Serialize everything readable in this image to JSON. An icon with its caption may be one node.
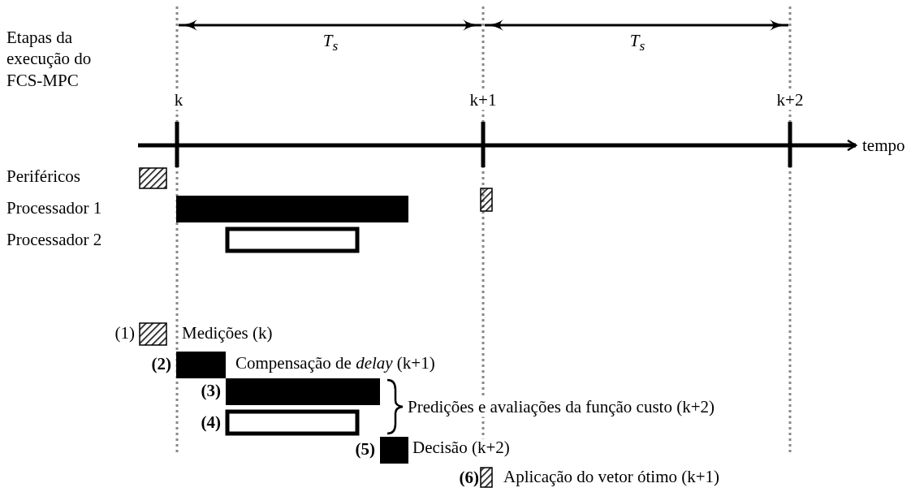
{
  "diagram": {
    "nodes": [
      {
        "text": [],
        "shape": "bar"
      },
      {
        "text": [],
        "shape": "bar"
      },
      {
        "text": [],
        "shape": "bar"
      },
      {
        "text": [],
        "shape": "bar"
      },
      {
        "text": [],
        "shape": "bar"
      },
      {
        "text": [],
        "shape": "bar"
      },
      {
        "text": [],
        "shape": "bar"
      },
      {
        "text": [],
        "shape": "bar"
      },
      {
        "text": [],
        "shape": "bar"
      },
      {
        "text": [],
        "shape": "bar"
      }
    ],
    "labels": [
      "T$_{s}$",
      "T$_{s}$",
      "Etapas da execução do FCS-MPC",
      "k",
      "k+1",
      "k+2",
      "tempo",
      "Periféricos",
      "Processador 1",
      "Processador 2",
      "(1)",
      "Medições (k)",
      "(2)",
      "Compensação de *delay* (k+1)",
      "(3)",
      "(4)",
      "Predições e avaliações da função custo (k+2)",
      "(5)",
      "Decisão (k+2)",
      "(6)",
      "Aplicação do vetor ótimo (k+1)"
    ]
  }
}
